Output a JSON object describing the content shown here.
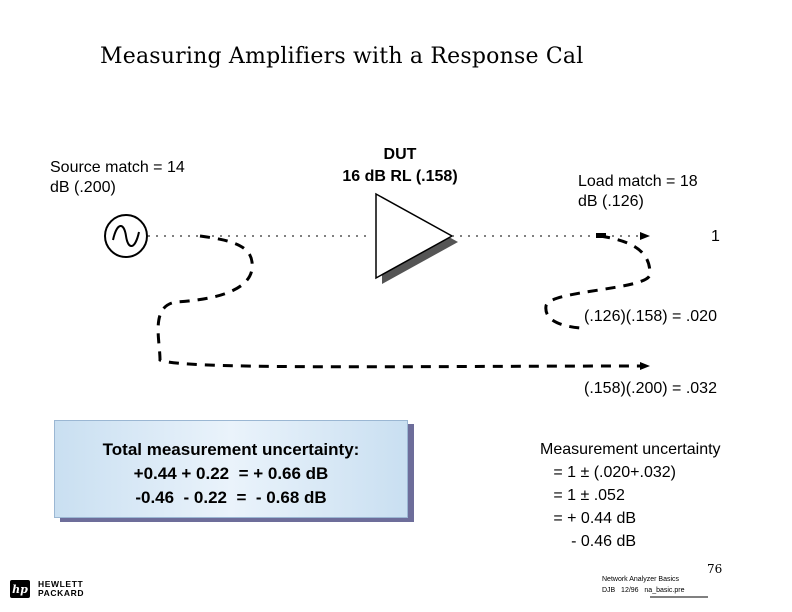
{
  "slide": {
    "title": "Measuring Amplifiers with a Response Cal",
    "source_match": "Source match = 14\ndB (.200)",
    "dut_line1": "DUT",
    "dut_line2": "16 dB RL (.158)",
    "load_match": "Load match = 18\ndB (.126)",
    "one_label": "1",
    "calc_load": "(.126)(.158) = .020",
    "calc_source": "(.158)(.200) = .032",
    "total_box": {
      "line1": "Total measurement uncertainty:",
      "line2": "+0.44 + 0.22  = + 0.66 dB",
      "line3": "-0.46  - 0.22  =  - 0.68 dB"
    },
    "measurement_uncertainty": "Measurement uncertainty\n   = 1 ± (.020+.032)\n   = 1 ± .052\n   = + 0.44 dB\n       - 0.46 dB",
    "page_number": "76",
    "footer": "Network Analyzer Basics\nDJB   12/96   na_basic.pre",
    "logo": {
      "line1": "HEWLETT",
      "line2": "PACKARD",
      "icon": "hp-logo-icon"
    }
  }
}
